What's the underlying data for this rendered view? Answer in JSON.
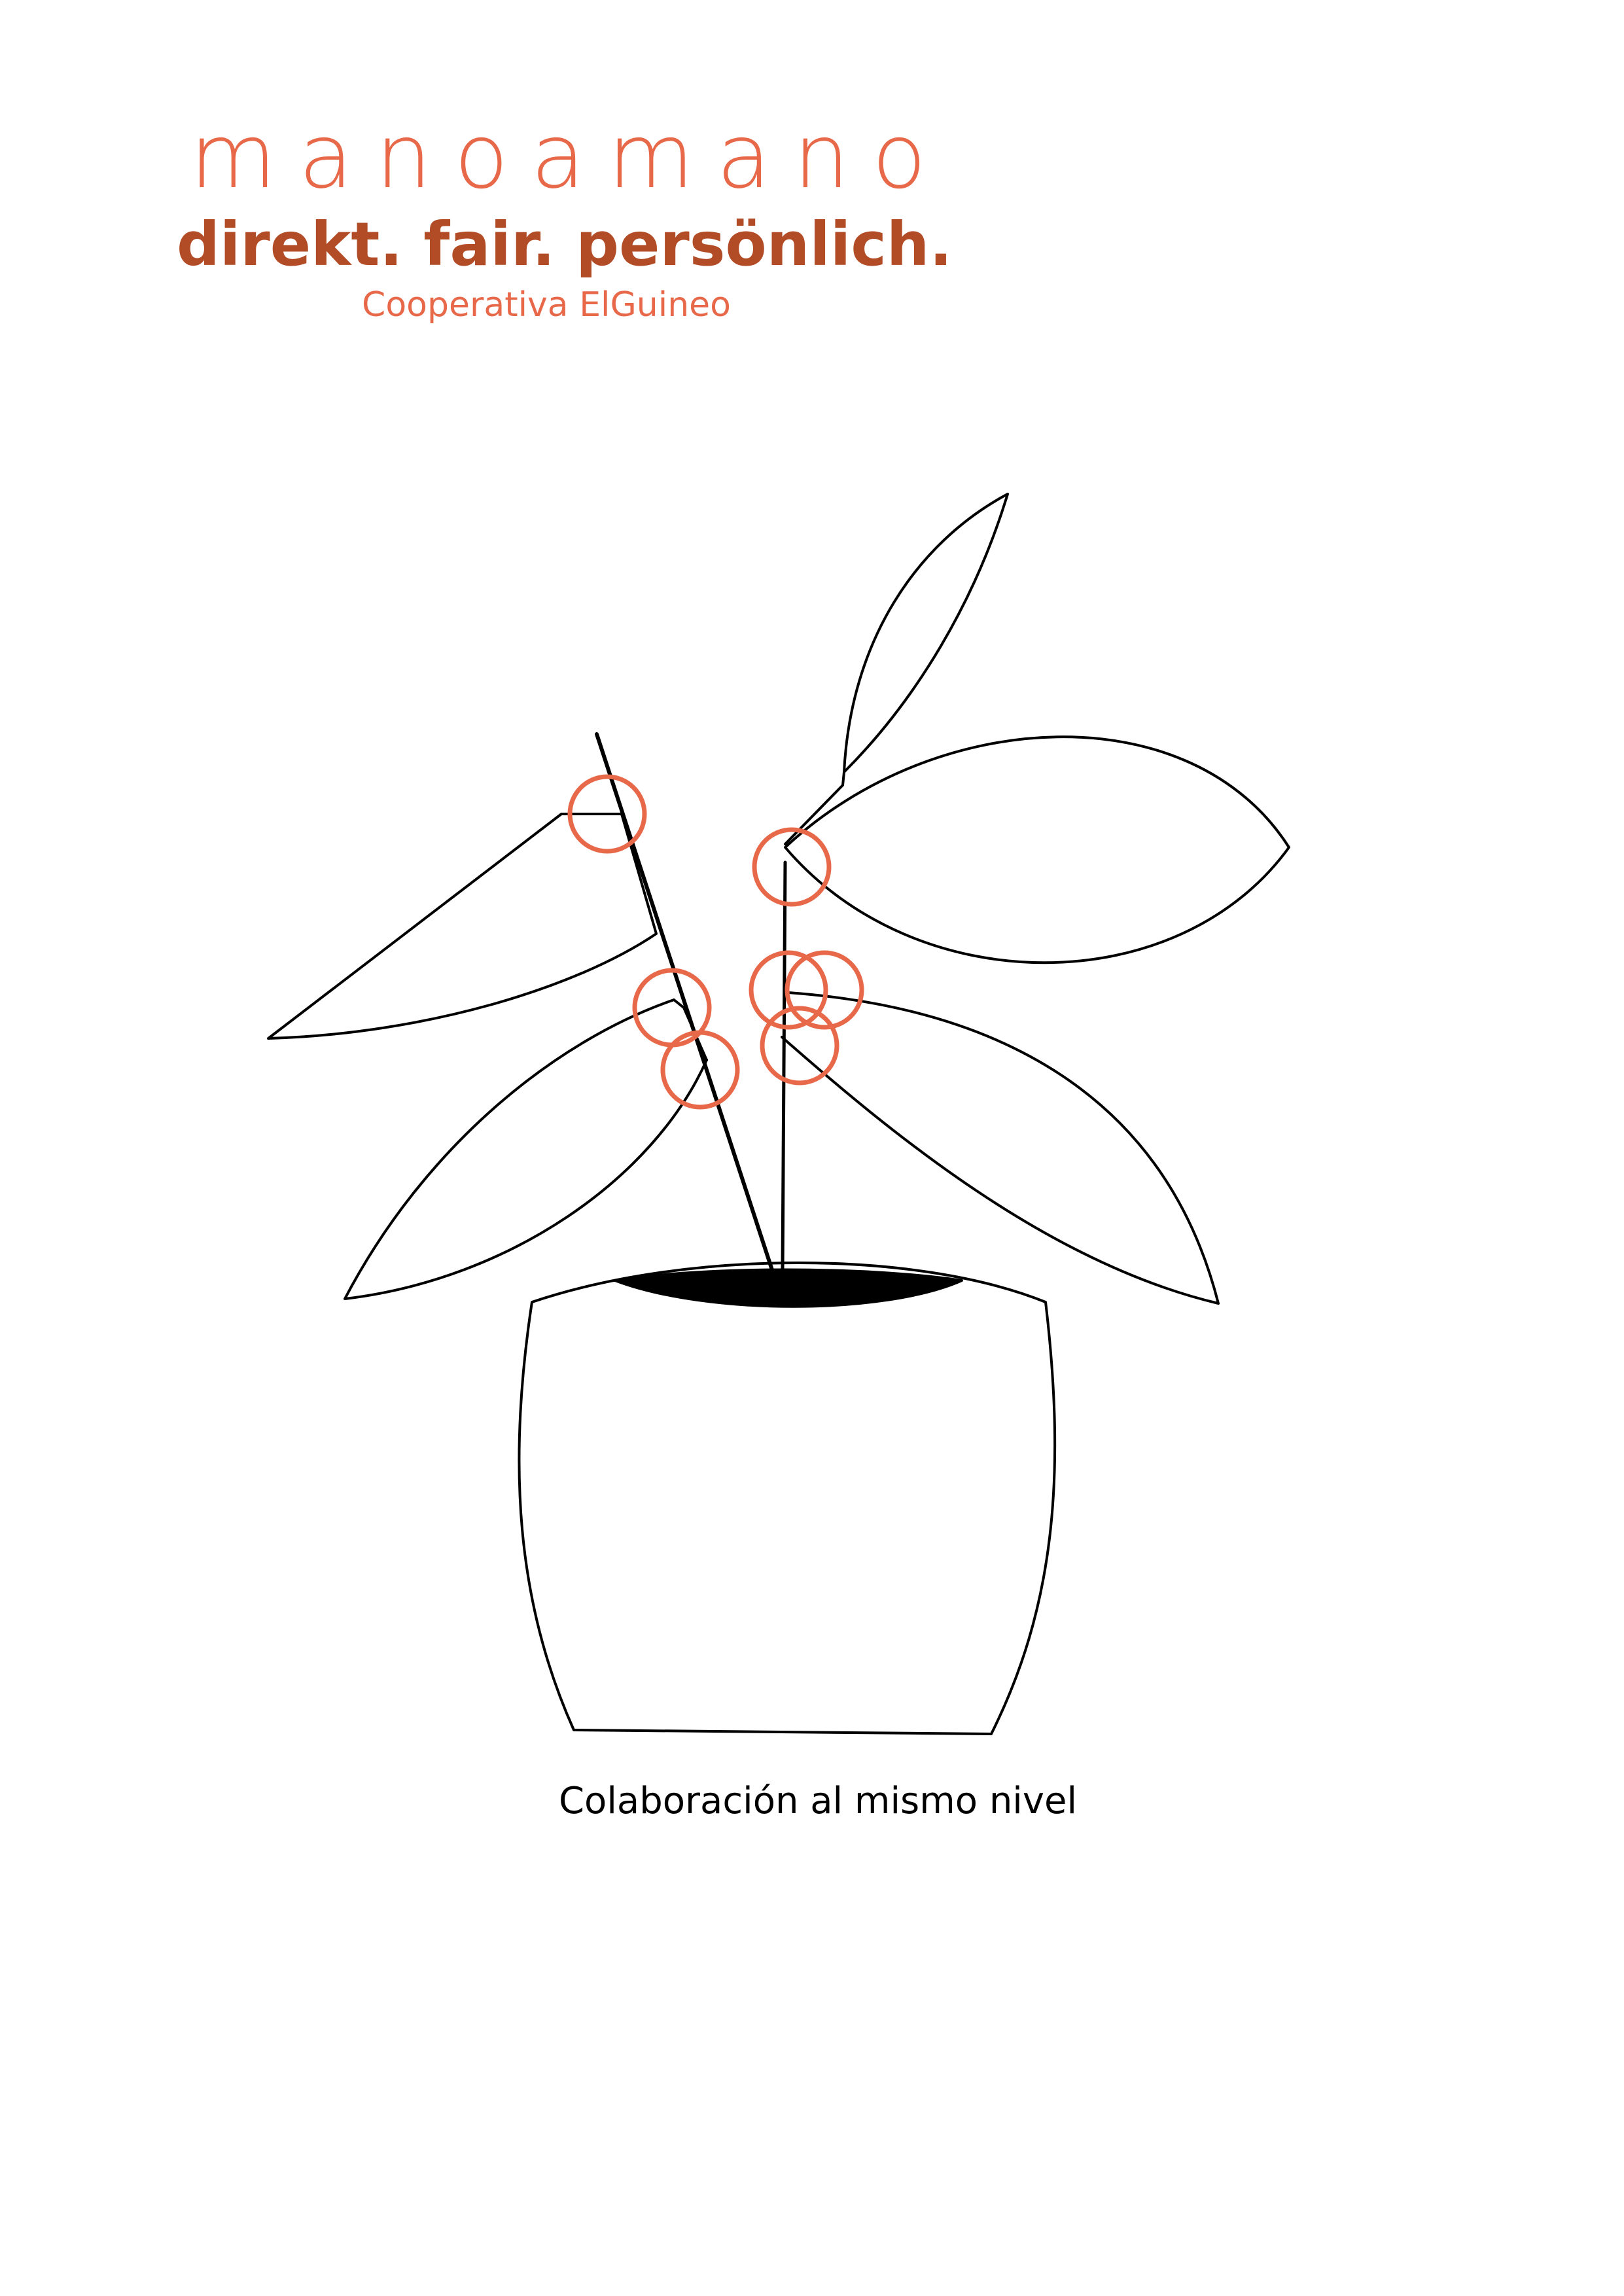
{
  "header": {
    "brand": "manoamano",
    "tagline": "direkt. fair. persönlich.",
    "cooperative": "Cooperativa ElGuineo"
  },
  "caption": "Colaboración al mismo nivel",
  "colors": {
    "brand": "#E8684A",
    "tagline": "#B24C26",
    "cooperative": "#E8684A",
    "line": "#000000",
    "highlight": "#E8684A",
    "caption": "#000000",
    "background": "#FFFFFF"
  },
  "illustration": {
    "subject": "plant-in-pot-icon",
    "highlights": "connection-circle-icon"
  }
}
